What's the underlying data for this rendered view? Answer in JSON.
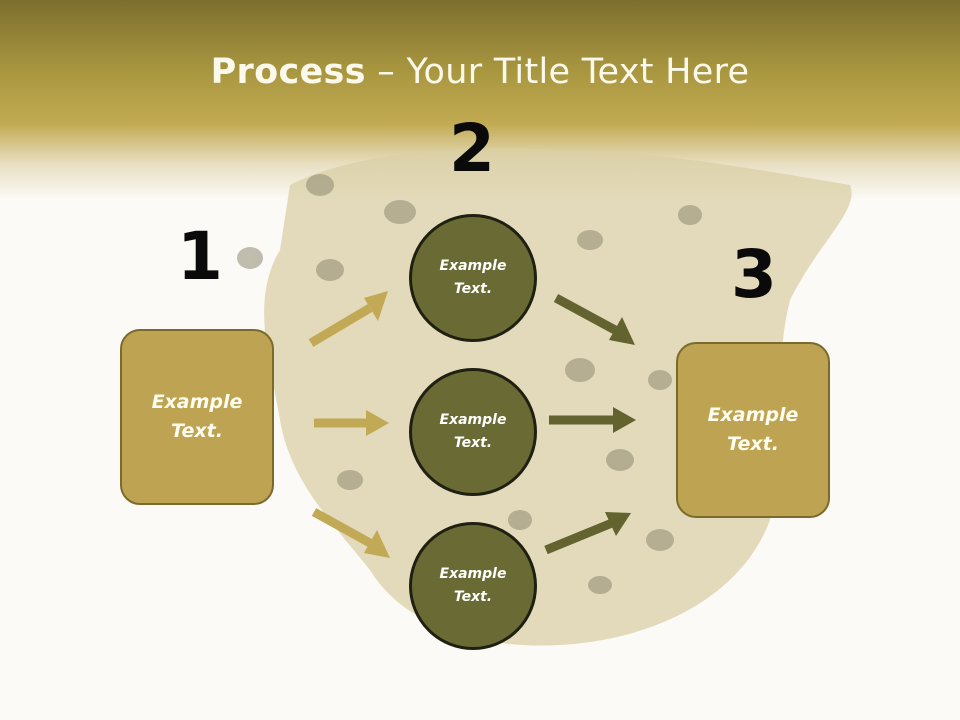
{
  "slide": {
    "title_bold": "Process",
    "title_rest": " – Your Title Text Here"
  },
  "steps": {
    "num1": "1",
    "num2": "2",
    "num3": "3"
  },
  "left_box": {
    "text": "Example\nText."
  },
  "right_box": {
    "text": "Example\nText."
  },
  "circles": [
    {
      "text": "Example\nText."
    },
    {
      "text": "Example\nText."
    },
    {
      "text": "Example\nText."
    }
  ],
  "colors": {
    "header_dark": "#7c6e2e",
    "box_fill": "#bea452",
    "circle_fill": "#6a6a34",
    "arrow_light": "#c1a955",
    "arrow_dark": "#63632f"
  }
}
